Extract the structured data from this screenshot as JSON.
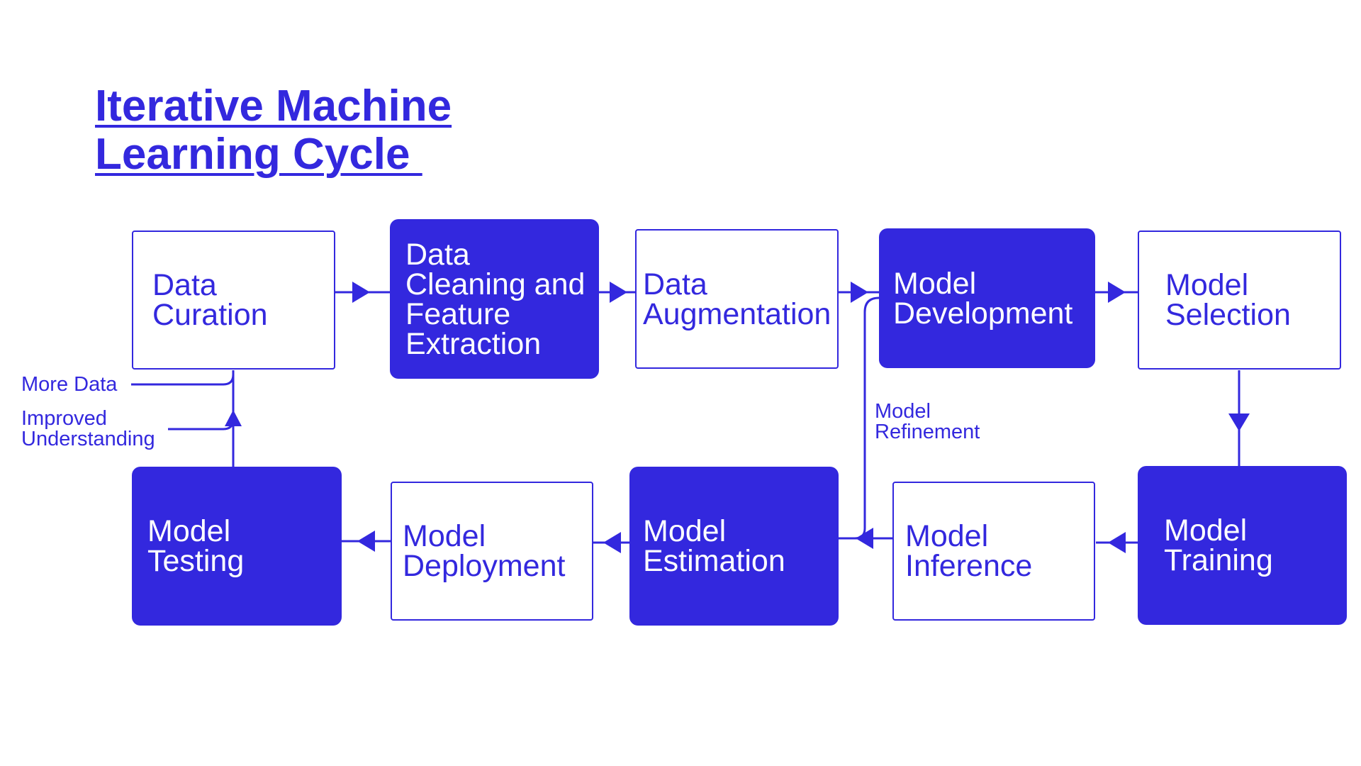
{
  "title": {
    "line1": "Iterative Machine",
    "line2": "Learning Cycle "
  },
  "colors": {
    "accent": "#3328DE",
    "background": "#FFFFFF"
  },
  "nodes": {
    "data_curation": {
      "line1": "Data",
      "line2": "Curation",
      "style": "outline"
    },
    "data_cleaning": {
      "line1": "Data",
      "line2": "Cleaning and",
      "line3": "Feature",
      "line4": "Extraction",
      "style": "filled"
    },
    "data_augmentation": {
      "line1": "Data",
      "line2": "Augmentation",
      "style": "outline"
    },
    "model_development": {
      "line1": "Model",
      "line2": "Development",
      "style": "filled"
    },
    "model_selection": {
      "line1": "Model",
      "line2": "Selection",
      "style": "outline"
    },
    "model_training": {
      "line1": "Model",
      "line2": "Training",
      "style": "filled"
    },
    "model_inference": {
      "line1": "Model",
      "line2": "Inference",
      "style": "outline"
    },
    "model_estimation": {
      "line1": "Model",
      "line2": "Estimation",
      "style": "filled"
    },
    "model_deployment": {
      "line1": "Model",
      "line2": "Deployment",
      "style": "outline"
    },
    "model_testing": {
      "line1": "Model",
      "line2": "Testing",
      "style": "filled"
    }
  },
  "edge_labels": {
    "more_data": "More Data",
    "improved_understanding": {
      "line1": "Improved",
      "line2": "Understanding"
    },
    "model_refinement": {
      "line1": "Model",
      "line2": "Refinement"
    }
  }
}
